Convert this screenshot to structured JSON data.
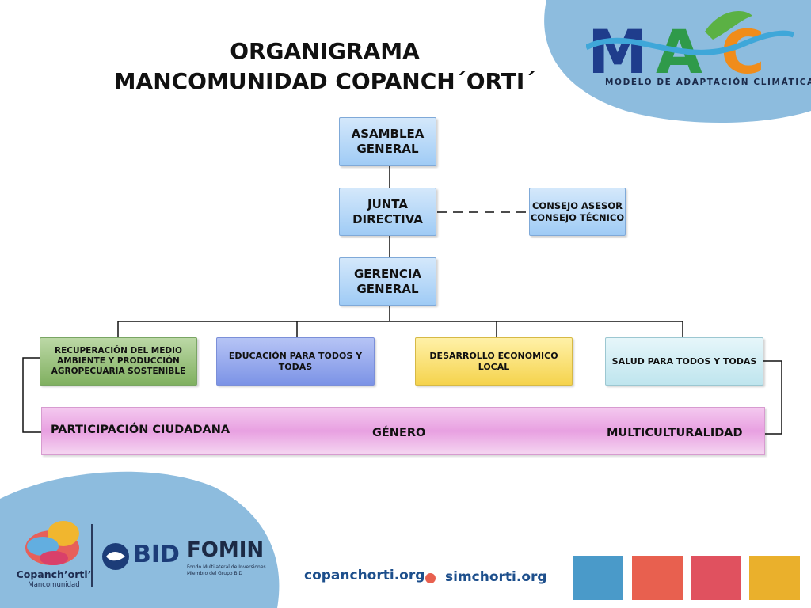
{
  "header": {
    "title_line1": "ORGANIGRAMA",
    "title_line2": "MANCOMUNIDAD COPANCH´ORTI´"
  },
  "logo_mac": {
    "letters": "MAC",
    "tagline": "MODELO DE ADAPTACIÓN CLIMÁTICA"
  },
  "org": {
    "asamblea": [
      "ASAMBLEA",
      "GENERAL"
    ],
    "junta": [
      "JUNTA",
      "DIRECTIVA"
    ],
    "consejo": [
      "CONSEJO ASESOR",
      "CONSEJO TÉCNICO"
    ],
    "gerencia": [
      "GERENCIA",
      "GENERAL"
    ],
    "areas": [
      [
        "RECUPERACIÓN DEL MEDIO",
        "AMBIENTE Y PRODUCCIÓN",
        "AGROPECUARIA SOSTENIBLE"
      ],
      [
        "EDUCACIÓN PARA TODOS Y",
        "TODAS"
      ],
      [
        "DESARROLLO ECONOMICO",
        "LOCAL"
      ],
      [
        "SALUD PARA TODOS Y TODAS"
      ]
    ],
    "transversal": [
      "PARTICIPACIÓN CIUDADANA",
      "GÉNERO",
      "MULTICULTURALIDAD"
    ]
  },
  "footer": {
    "copanch_name": "Copanch’orti’",
    "copanch_sub": "Mancomunidad",
    "bid": "BID",
    "fomin": "FOMIN",
    "fomin_sub1": "Fondo Multilateral de Inversiones",
    "fomin_sub2": "Miembro del Grupo BID",
    "link1": "copanchorti.org",
    "link2": "simchorti.org"
  },
  "colors": {
    "sky_blob": "#8dbcde",
    "square1": "#4a9ac9",
    "square2": "#e8604f",
    "square3": "#e0515f",
    "square4": "#eab02c"
  }
}
